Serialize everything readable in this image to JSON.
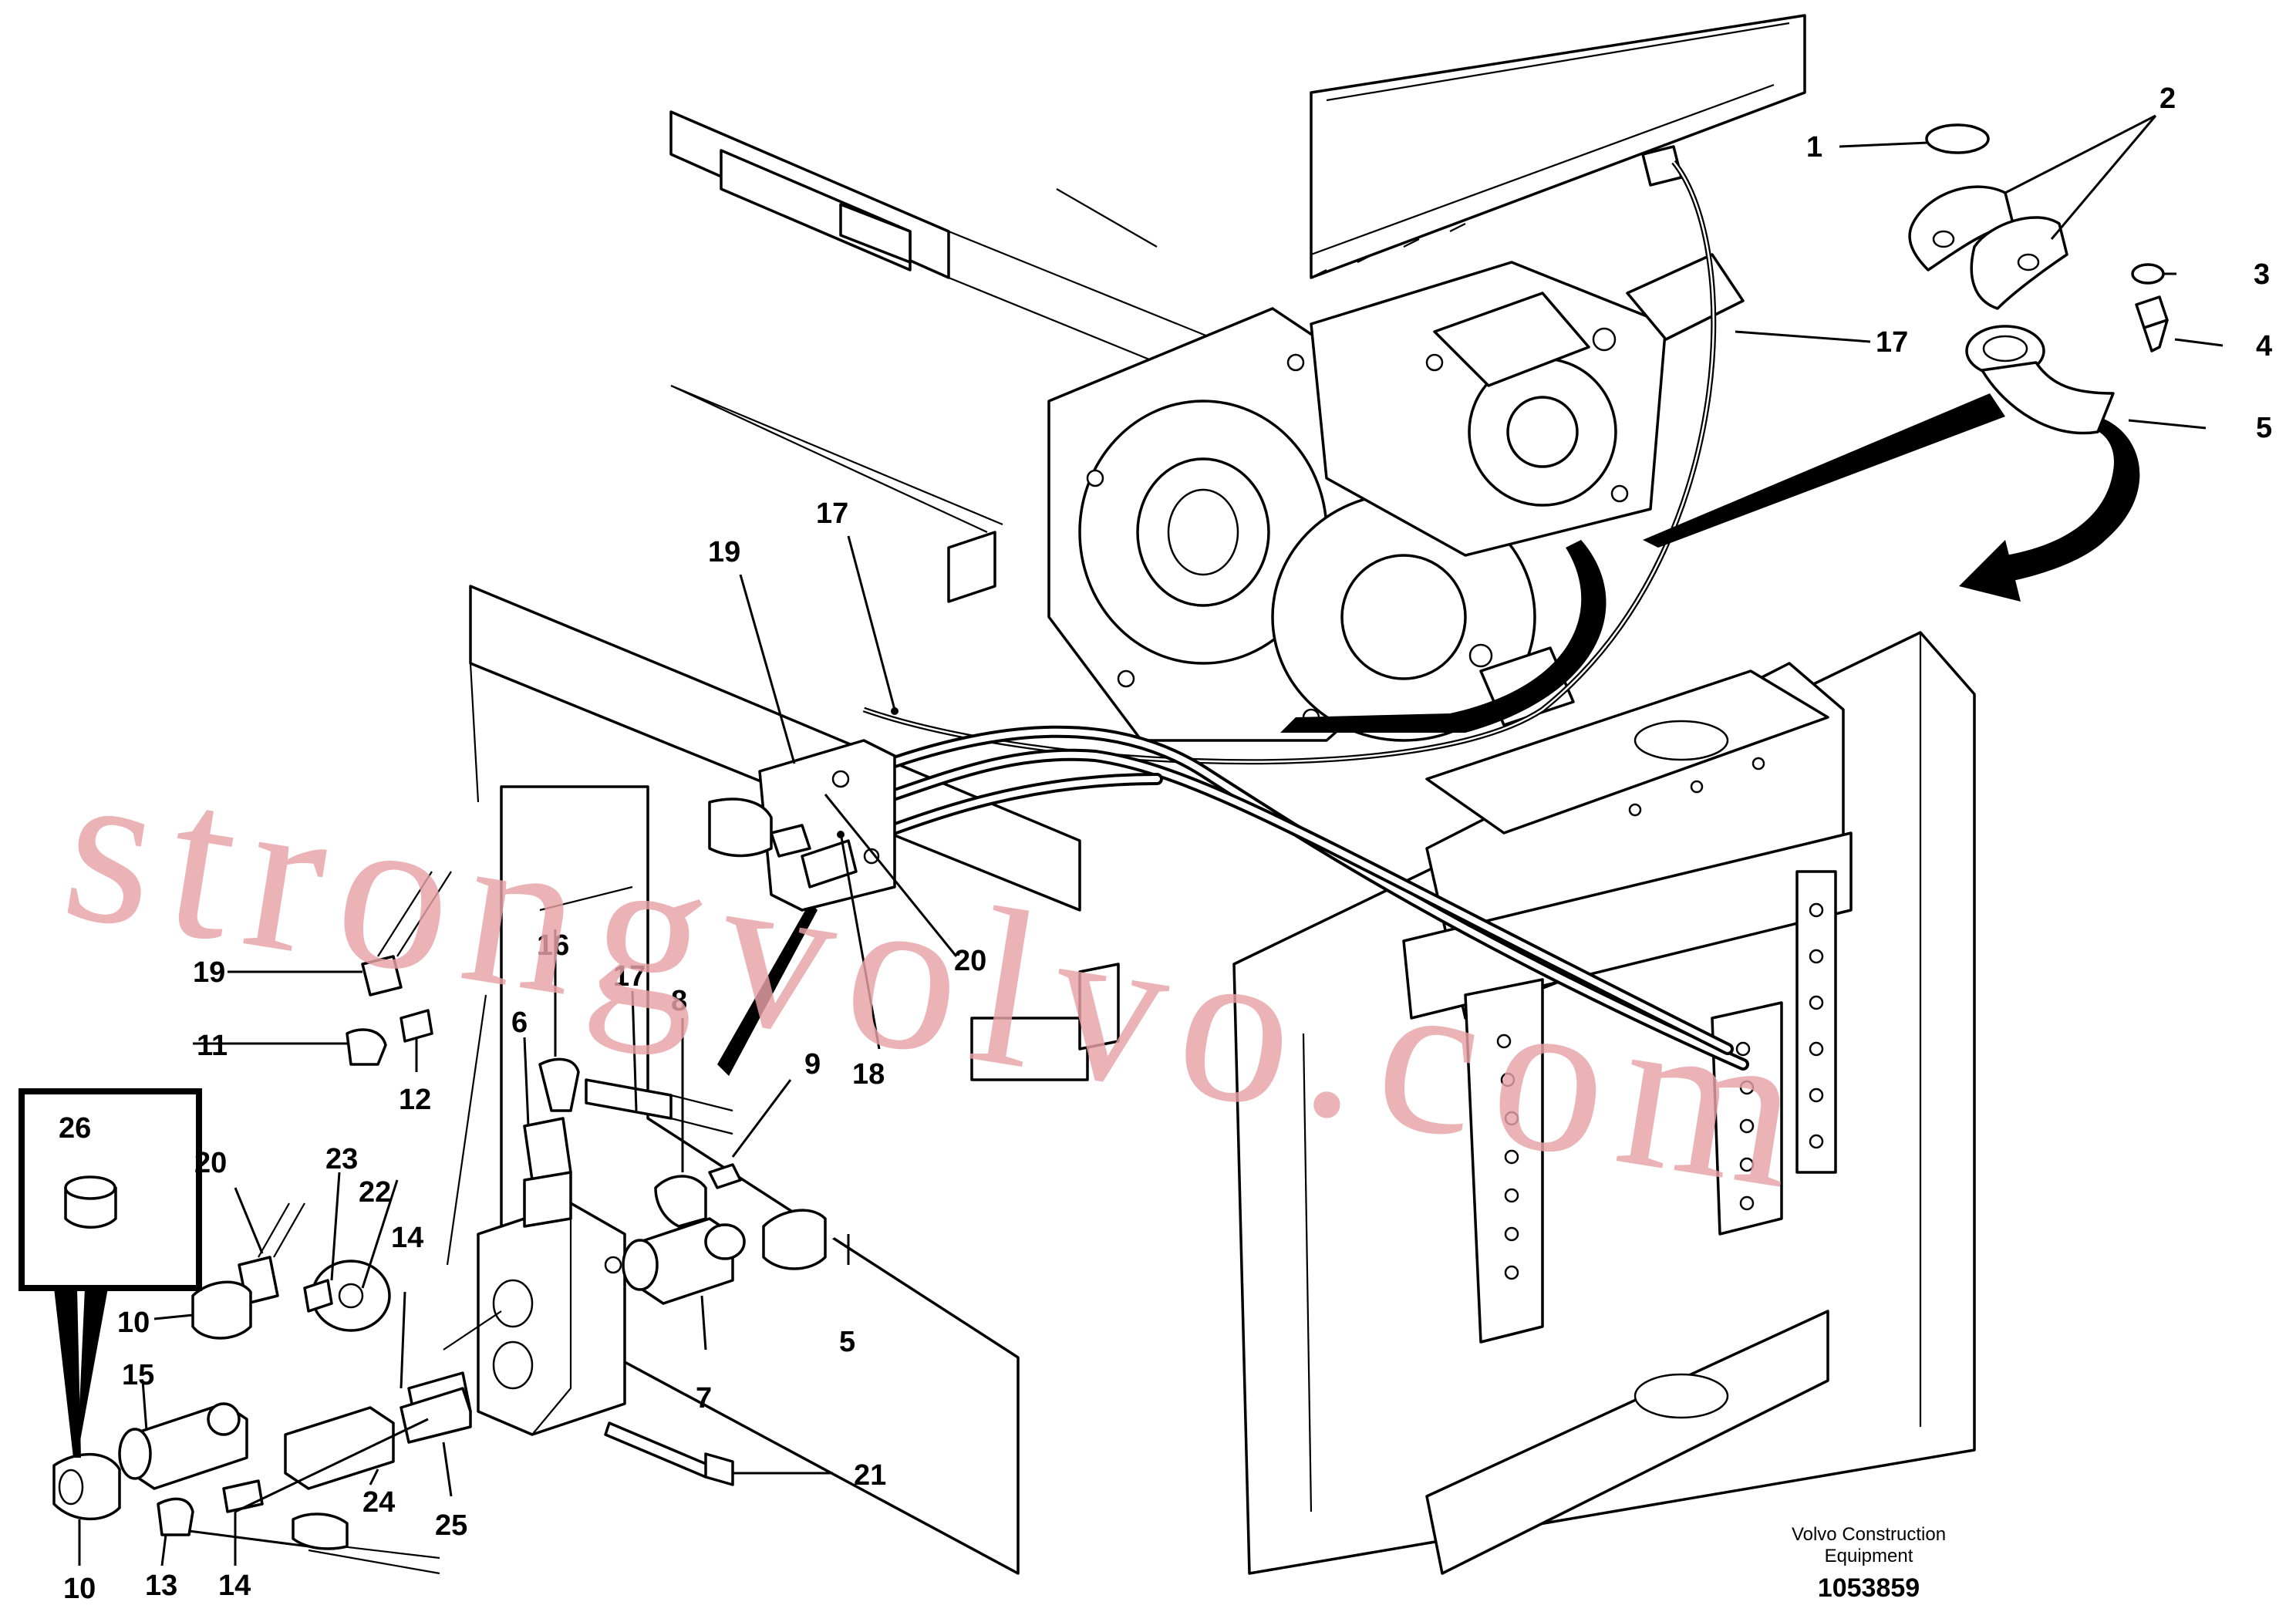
{
  "labels": {
    "1": "1",
    "2": "2",
    "3": "3",
    "4": "4",
    "5": "5",
    "6": "6",
    "7": "7",
    "8": "8",
    "9": "9",
    "10": "10",
    "11": "11",
    "12": "12",
    "13": "13",
    "14": "14",
    "15": "15",
    "16": "16",
    "17": "17",
    "18": "18",
    "19": "19",
    "20": "20",
    "21": "21",
    "22": "22",
    "23": "23",
    "24": "24",
    "25": "25",
    "26": "26"
  },
  "watermark": "strongvolvo.com",
  "footer": {
    "company_line1": "Volvo Construction",
    "company_line2": "Equipment",
    "drawing_number": "1053859"
  }
}
